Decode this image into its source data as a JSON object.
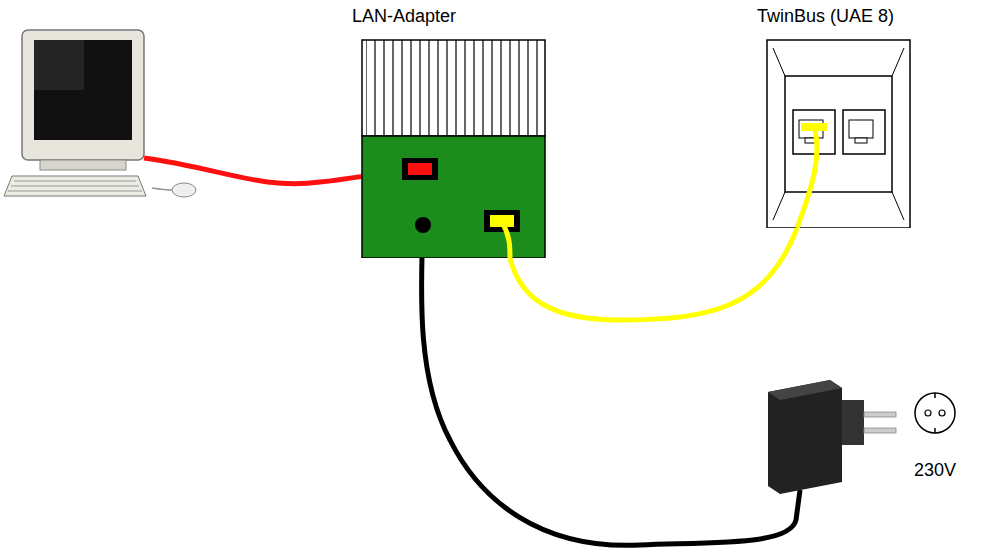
{
  "diagram": {
    "nodes": [
      {
        "text": [
          "LAN-Adapter"
        ]
      },
      {
        "text": [
          "TwinBus (UAE 8)"
        ]
      }
    ],
    "edges": [
      {
        "from": 0,
        "to": 1,
        "arrow": "none"
      }
    ],
    "labels": [
      "230V"
    ]
  }
}
